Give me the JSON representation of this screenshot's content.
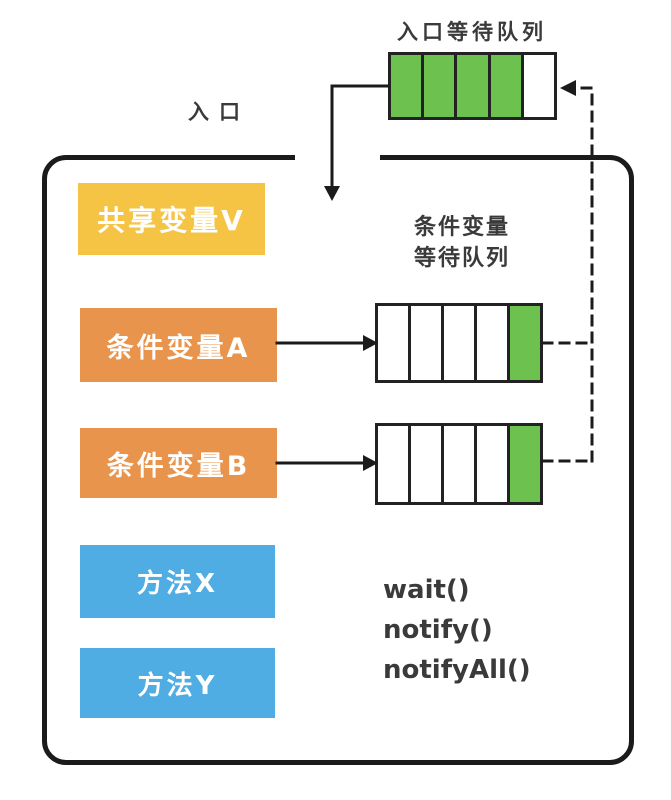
{
  "colors": {
    "green": "#6dc24f",
    "yellow": "#f6c445",
    "orange": "#e8944c",
    "blue": "#4fade4",
    "line": "#1b1b1b",
    "text": "#3a3a3a",
    "box_text": "#ffffff"
  },
  "entry_queue": {
    "label": "入口等待队列",
    "cells": [
      "filled",
      "filled",
      "filled",
      "filled",
      "empty"
    ]
  },
  "monitor": {
    "entry_label": "入口",
    "shared_variable": {
      "label": "共享变量V"
    },
    "condition_a": {
      "label": "条件变量A"
    },
    "condition_b": {
      "label": "条件变量B"
    },
    "method_x": {
      "label": "方法X"
    },
    "method_y": {
      "label": "方法Y"
    },
    "condition_queue_label": {
      "line1": "条件变量",
      "line2": "等待队列"
    },
    "condition_queue_a": {
      "cells": [
        "empty",
        "empty",
        "empty",
        "empty",
        "filled"
      ]
    },
    "condition_queue_b": {
      "cells": [
        "empty",
        "empty",
        "empty",
        "empty",
        "filled"
      ]
    },
    "methods": [
      "wait()",
      "notify()",
      "notifyAll()"
    ]
  }
}
